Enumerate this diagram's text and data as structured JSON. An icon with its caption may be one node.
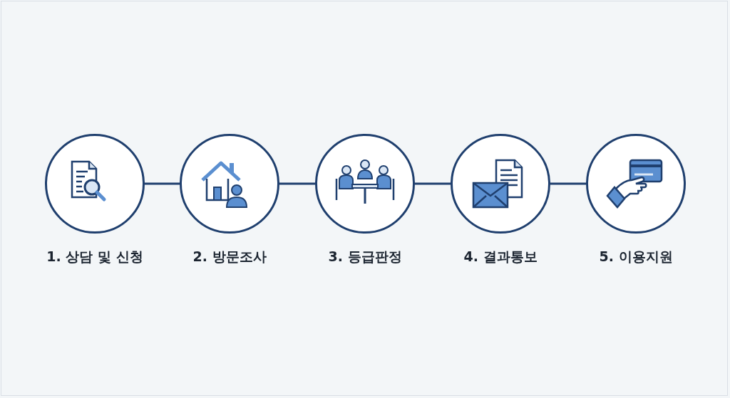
{
  "diagram": {
    "nodes": [
      {
        "text": [
          "1. 상담 및 신청"
        ]
      },
      {
        "text": [
          "2. 방문조사"
        ]
      },
      {
        "text": [
          "3. 등급판정"
        ]
      },
      {
        "text": [
          "4. 결과통보"
        ]
      },
      {
        "text": [
          "5. 이용지원"
        ]
      }
    ],
    "edges": [
      {
        "from": 0,
        "to": 1,
        "arrow": "none"
      },
      {
        "from": 1,
        "to": 2,
        "arrow": "none"
      },
      {
        "from": 2,
        "to": 3,
        "arrow": "none"
      },
      {
        "from": 3,
        "to": 4,
        "arrow": "none"
      }
    ]
  }
}
